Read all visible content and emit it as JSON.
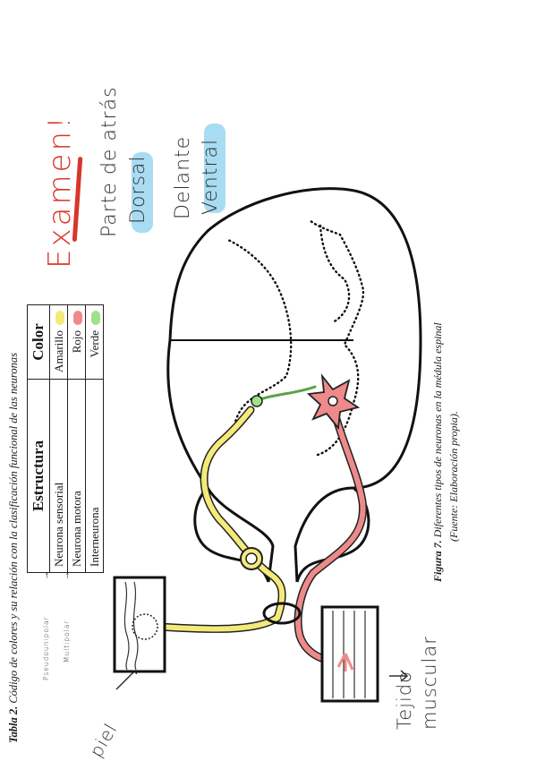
{
  "table": {
    "caption_bold": "Tabla 2.",
    "caption_text": " Código de colores y su relación con la clasificación funcional de las neuronas",
    "headers": [
      "Estructura",
      "Color"
    ],
    "rows": [
      {
        "estructura": "Neurona sensorial",
        "color": "Amarillo",
        "swatch": "#f4ea7a"
      },
      {
        "estructura": "Neurona motora",
        "color": "Rojo",
        "swatch": "#ef8a8a"
      },
      {
        "estructura": "Interneurona",
        "color": "Verde",
        "swatch": "#9ee28a"
      }
    ]
  },
  "figure": {
    "caption_bold": "Figura 7.",
    "caption_text": " Diferentes tipos de neuronas en la médula espinal",
    "source": "(Fuente: Elaboración propia)."
  },
  "notes": {
    "examen": "Examen!",
    "parte_de_atras": "Parte de atrás",
    "dorsal": "Dorsal",
    "delante": "Delante",
    "ventral": "Ventral",
    "tejido": "Tejido",
    "muscular": "muscular",
    "piel": "piel",
    "pseudo": "Pseudounipolar",
    "multipolar": "Multipolar"
  },
  "colors": {
    "sensory": "#f4ea7a",
    "motor": "#ef8a8a",
    "inter": "#9ee28a",
    "dorsal_highlight": "#a8dcf2",
    "ventral_highlight": "#a8dcf2",
    "underline": "#d9362b"
  }
}
